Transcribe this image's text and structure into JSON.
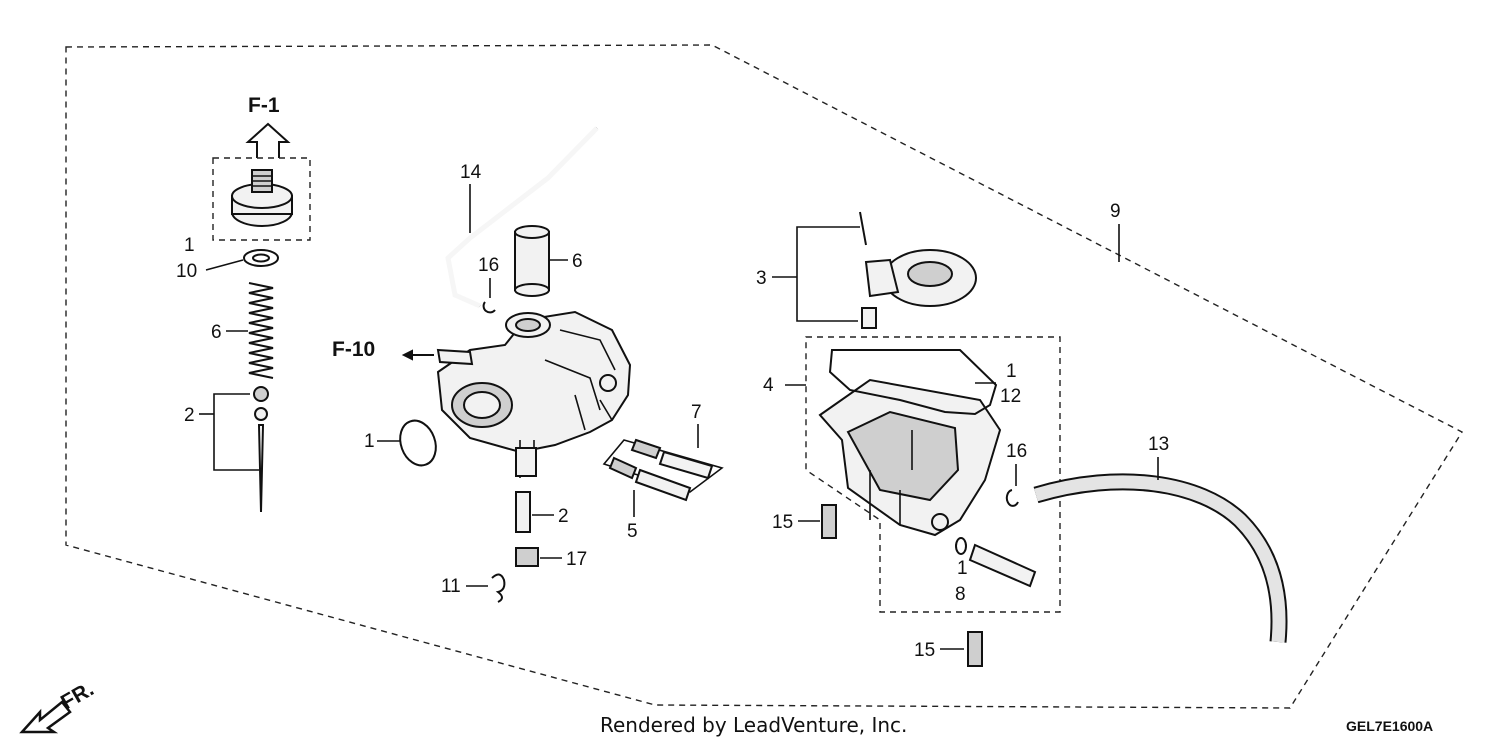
{
  "diagram": {
    "ref_labels": {
      "f1": "F-1",
      "f10": "F-10",
      "fr": "FR."
    },
    "callouts": {
      "p1_a": "1",
      "p10": "10",
      "p6_a": "6",
      "p2_a": "2",
      "p14": "14",
      "p16_a": "16",
      "p6_b": "6",
      "p1_b": "1",
      "p7": "7",
      "p5": "5",
      "p2_b": "2",
      "p17": "17",
      "p11": "11",
      "p9": "9",
      "p3": "3",
      "p4": "4",
      "p1_c": "1",
      "p12": "12",
      "p16_b": "16",
      "p13": "13",
      "p15_a": "15",
      "p1_d": "1",
      "p8": "8",
      "p15_b": "15"
    },
    "credit": "Rendered by LeadVenture, Inc.",
    "diagram_code": "GEL7E1600A"
  }
}
